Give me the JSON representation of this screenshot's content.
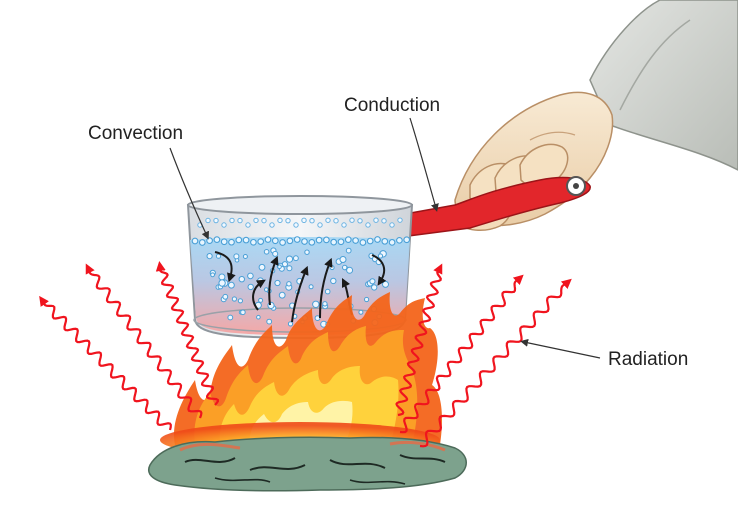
{
  "labels": {
    "convection": "Convection",
    "conduction": "Conduction",
    "radiation": "Radiation"
  },
  "icons": [
    "hand-icon",
    "saucepan-icon",
    "flame-icon",
    "coal-icon",
    "radiation-wave-icon",
    "bubble-icon"
  ],
  "colors": {
    "radiation": "#f0141e",
    "water_top": "#9fd3f2",
    "water_bottom": "#f4a9a9",
    "handle": "#e2262b",
    "flame_outer": "#f3641a",
    "flame_inner": "#ffd23c",
    "coal": "#7da28d",
    "leader": "#333333"
  }
}
